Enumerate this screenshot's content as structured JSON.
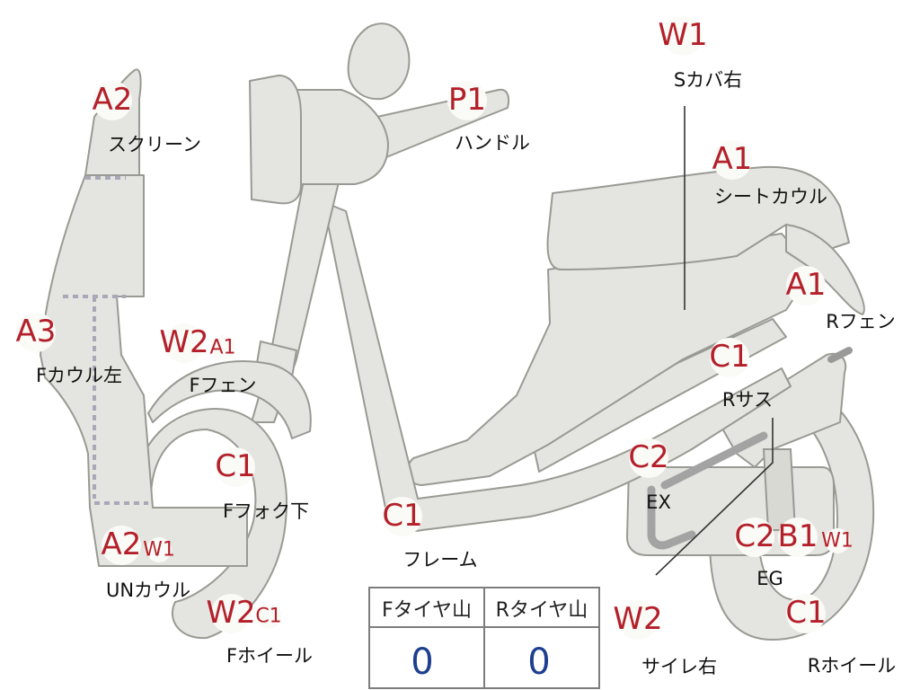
{
  "labels": [
    {
      "id": "a2-screen",
      "codes": [
        "A2"
      ],
      "name": "スクリーン"
    },
    {
      "id": "a3-fcowl-left",
      "codes": [
        "A3"
      ],
      "name": "Fカウル左"
    },
    {
      "id": "w2-ffender",
      "codes": [
        "W2",
        "A1"
      ],
      "name": "Fフェン"
    },
    {
      "id": "c1-ffork",
      "codes": [
        "C1"
      ],
      "name": "Fフォク下"
    },
    {
      "id": "a2-uncowl",
      "codes": [
        "A2",
        "W1"
      ],
      "name": "UNカウル"
    },
    {
      "id": "w2-fwheel",
      "codes": [
        "W2",
        "C1"
      ],
      "name": "Fホイール"
    },
    {
      "id": "p1-handle",
      "codes": [
        "P1"
      ],
      "name": "ハンドル"
    },
    {
      "id": "c1-frame",
      "codes": [
        "C1"
      ],
      "name": "フレーム"
    },
    {
      "id": "w1-scover",
      "codes": [
        "W1"
      ],
      "name": "Sカバ右"
    },
    {
      "id": "a1-seatcowl",
      "codes": [
        "A1"
      ],
      "name": "シートカウル"
    },
    {
      "id": "a1-rfender",
      "codes": [
        "A1"
      ],
      "name": "Rフェン"
    },
    {
      "id": "c1-rsus",
      "codes": [
        "C1"
      ],
      "name": "Rサス"
    },
    {
      "id": "c2-ex",
      "codes": [
        "C2"
      ],
      "name": "EX"
    },
    {
      "id": "eg",
      "codes": [
        "C2",
        "B1",
        "W1"
      ],
      "name": "EG"
    },
    {
      "id": "c1-rwheel",
      "codes": [
        "C1"
      ],
      "name": "Rホイール"
    },
    {
      "id": "w2-silencer",
      "codes": [
        "W2"
      ],
      "name": "サイレ右"
    }
  ],
  "tire_table": {
    "headers": [
      "Fタイヤ山",
      "Rタイヤ山"
    ],
    "values": [
      "0",
      "0"
    ]
  }
}
